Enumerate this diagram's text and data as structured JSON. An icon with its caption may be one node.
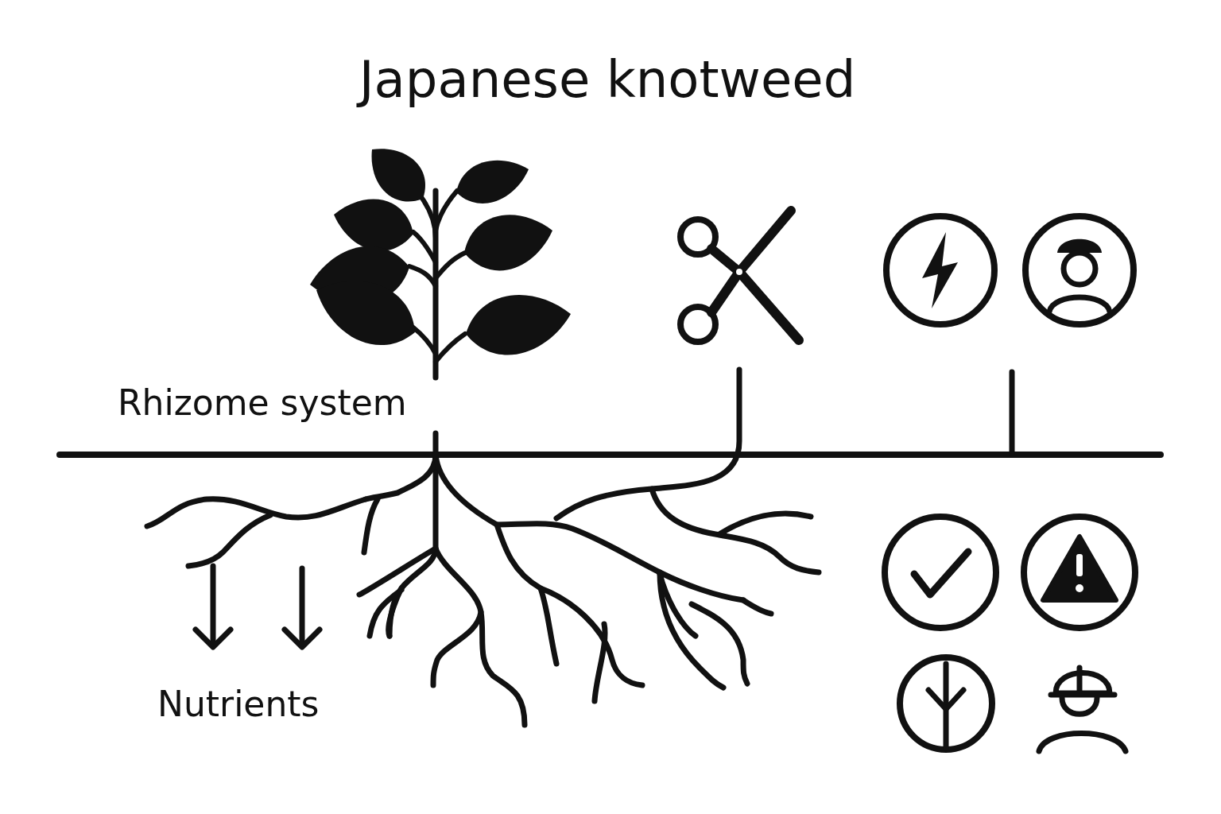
{
  "diagram": {
    "title": "Japanese knotweed",
    "labels": [
      "Rhizome system",
      "Nutrients"
    ]
  }
}
